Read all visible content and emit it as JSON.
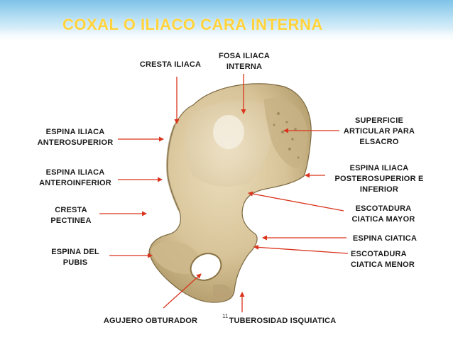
{
  "title": "COXAL O ILIACO  CARA INTERNA",
  "labels": {
    "cresta_iliaca": "CRESTA ILIACA",
    "fosa_iliaca_interna": "FOSA ILIACA\nINTERNA",
    "espina_iliaca_anterosuperior": "ESPINA ILIACA\nANTEROSUPERIOR",
    "espina_iliaca_anteroinferior": "ESPINA ILIACA\nANTEROINFERIOR",
    "cresta_pectinea": "CRESTA\nPECTINEA",
    "espina_del_pubis": "ESPINA DEL\nPUBIS",
    "agujero_obturador": "AGUJERO OBTURADOR",
    "tuberosidad_isquiatica": "TUBEROSIDAD ISQUIATICA",
    "superficie_articular": "SUPERFICIE\nARTICULAR PARA\nELSACRO",
    "espina_iliaca_posterosuperior": "ESPINA ILIACA\nPOSTEROSUPERIOR E\nINFERIOR",
    "escotadura_ciatica_mayor": "ESCOTADURA\nCIATICA MAYOR",
    "espina_ciatica": "ESPINA CIATICA",
    "escotadura_ciatica_menor": "ESCOTADURA\nCIATICA MENOR"
  },
  "page_number": "11",
  "colors": {
    "title": "#ffd33d",
    "arrow": "#d9341c",
    "bone": "#d9c7a1",
    "bone_shadow": "#9c8758"
  }
}
